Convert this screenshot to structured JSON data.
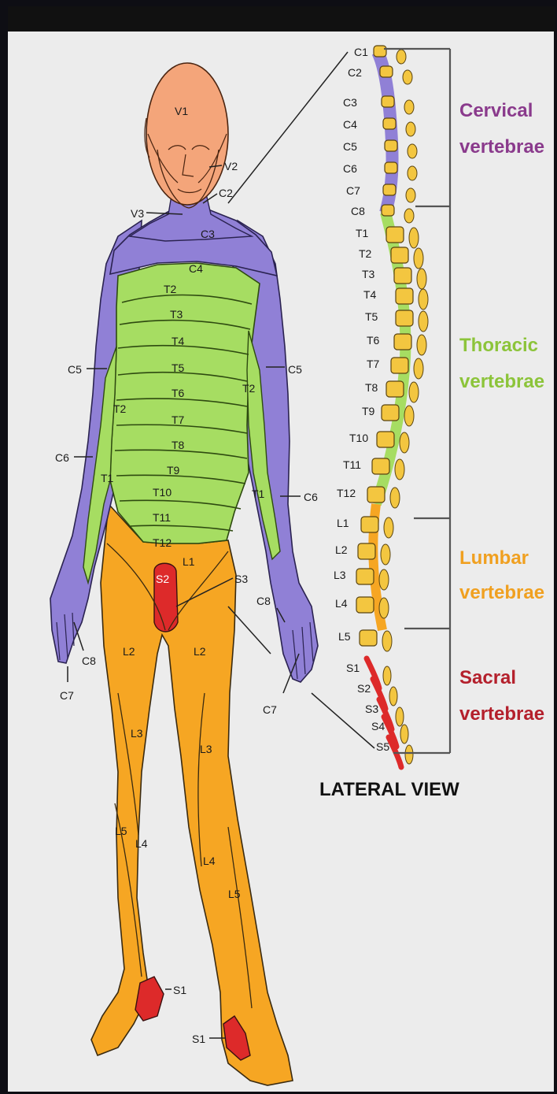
{
  "colors": {
    "skin": "#f4a57a",
    "cervical": "#9080d6",
    "thoracic": "#a6dd62",
    "lumbar": "#f6a623",
    "sacral": "#dd2a2a",
    "vertebra": "#f3c640",
    "cervical_text": "#8a3a8c",
    "thoracic_text": "#8cc43a",
    "lumbar_text": "#f0a020",
    "sacral_text": "#b4202c"
  },
  "body_labels": {
    "v1": "V1",
    "v2": "V2",
    "v3": "V3",
    "c2": "C2",
    "c3": "C3",
    "c4": "C4",
    "c5_left": "C5",
    "c5_right": "C5",
    "c6_left": "C6",
    "c6_right": "C6",
    "c7_left": "C7",
    "c7_right": "C7",
    "c8_left": "C8",
    "c8_right": "C8",
    "t1_left": "T1",
    "t1_right": "T1",
    "t2_left": "T2",
    "t2_right": "T2",
    "t2": "T2",
    "t3": "T3",
    "t4": "T4",
    "t5": "T5",
    "t6": "T6",
    "t7": "T7",
    "t8": "T8",
    "t9": "T9",
    "t10": "T10",
    "t11": "T11",
    "t12": "T12",
    "l1": "L1",
    "l2_left": "L2",
    "l2_right": "L2",
    "l3_left": "L3",
    "l3_right": "L3",
    "l4_left": "L4",
    "l4_right": "L4",
    "l5_left": "L5",
    "l5_right": "L5",
    "s2": "S2",
    "s3": "S3",
    "s1_left": "S1",
    "s1_right": "S1"
  },
  "spine_labels": [
    "C1",
    "C2",
    "C3",
    "C4",
    "C5",
    "C6",
    "C7",
    "C8",
    "T1",
    "T2",
    "T3",
    "T4",
    "T5",
    "T6",
    "T7",
    "T8",
    "T9",
    "T10",
    "T11",
    "T12",
    "L1",
    "L2",
    "L3",
    "L4",
    "L5",
    "S1",
    "S2",
    "S3",
    "S4",
    "S5"
  ],
  "regions": {
    "cervical": [
      "Cervical",
      "vertebrae"
    ],
    "thoracic": [
      "Thoracic",
      "vertebrae"
    ],
    "lumbar": [
      "Lumbar",
      "vertebrae"
    ],
    "sacral": [
      "Sacral",
      "vertebrae"
    ]
  },
  "view_title": "LATERAL VIEW"
}
